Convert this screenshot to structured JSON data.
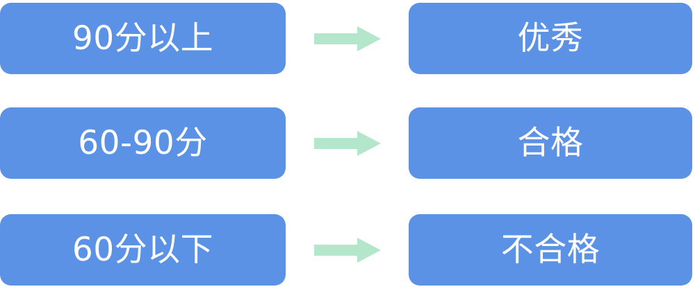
{
  "diagram": {
    "type": "grading-scale-flow",
    "background_color": "#ffffff",
    "node_color": "#5b92e5",
    "node_text_color": "#ffffff",
    "arrow_color": "#b4e6cc",
    "rows": [
      {
        "condition": "90分以上",
        "arrow": "right-arrow-icon",
        "result": "优秀"
      },
      {
        "condition": "60-90分",
        "arrow": "right-arrow-icon",
        "result": "合格"
      },
      {
        "condition": "60分以下",
        "arrow": "right-arrow-icon",
        "result": "不合格"
      }
    ]
  }
}
